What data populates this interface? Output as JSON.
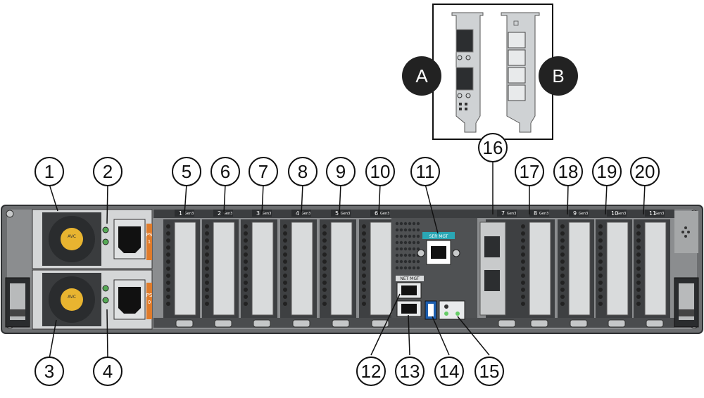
{
  "colors": {
    "chassis": "#6c6e70",
    "chassis_dark": "#3a3c3e",
    "panel_light": "#d9dbdc",
    "psu_orange": "#e07b2a",
    "fan_yellow": "#e8b430",
    "callout_dark": "#222222",
    "port_teal": "#2aa7b5"
  },
  "callouts": [
    {
      "id": "1",
      "label": "1"
    },
    {
      "id": "2",
      "label": "2"
    },
    {
      "id": "3",
      "label": "3"
    },
    {
      "id": "4",
      "label": "4"
    },
    {
      "id": "5",
      "label": "5"
    },
    {
      "id": "6",
      "label": "6"
    },
    {
      "id": "7",
      "label": "7"
    },
    {
      "id": "8",
      "label": "8"
    },
    {
      "id": "9",
      "label": "9"
    },
    {
      "id": "10",
      "label": "10"
    },
    {
      "id": "11",
      "label": "11"
    },
    {
      "id": "12",
      "label": "12"
    },
    {
      "id": "13",
      "label": "13"
    },
    {
      "id": "14",
      "label": "14"
    },
    {
      "id": "15",
      "label": "15"
    },
    {
      "id": "16",
      "label": "16"
    },
    {
      "id": "17",
      "label": "17"
    },
    {
      "id": "18",
      "label": "18"
    },
    {
      "id": "19",
      "label": "19"
    },
    {
      "id": "20",
      "label": "20"
    }
  ],
  "inset_callouts": [
    {
      "id": "A",
      "label": "A"
    },
    {
      "id": "B",
      "label": "B"
    }
  ],
  "slots": [
    "1",
    "2",
    "3",
    "4",
    "5",
    "6",
    "7",
    "8",
    "9",
    "10",
    "11"
  ],
  "slot_suffix": "Gen3",
  "psu_labels": [
    {
      "name": "PS",
      "num": "1"
    },
    {
      "name": "PS",
      "num": "0"
    }
  ],
  "fan_brand": "AVC",
  "ports": {
    "ser_mgt": "SER MGT",
    "net_mgt": "NET MGT"
  }
}
